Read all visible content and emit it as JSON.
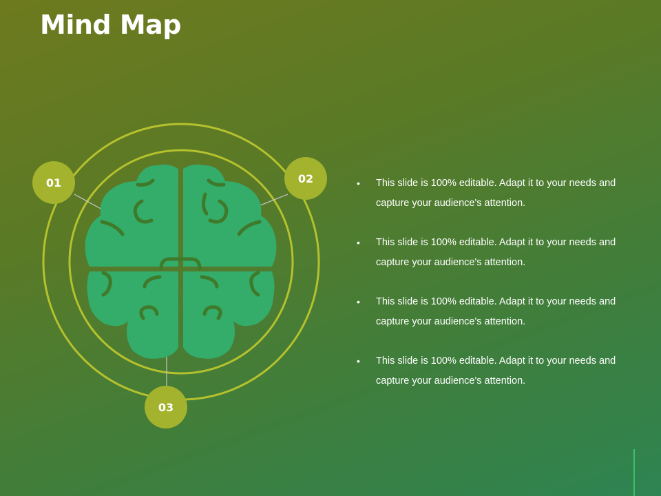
{
  "slide": {
    "title": "Mind Map"
  },
  "nodes": [
    {
      "label": "01"
    },
    {
      "label": "02"
    },
    {
      "label": "03"
    }
  ],
  "bullets": [
    "This slide is 100% editable. Adapt it to your needs and capture your audience's attention.",
    "This slide is 100% editable. Adapt it to your needs and capture your audience's attention.",
    "This slide is 100% editable. Adapt it to your needs and capture your audience's attention.",
    "This slide is 100% editable. Adapt it to your needs and capture your audience's attention."
  ],
  "bullet_marker": "•",
  "colors": {
    "background_start": "#6e7a1e",
    "background_end": "#2e8452",
    "ring": "#b5c22e",
    "badge": "#a3b32d",
    "brain": "#34ac6a",
    "brain_lines": "#3f7a2a",
    "text": "#ffffff"
  },
  "icons": {
    "center": "brain-icon"
  }
}
